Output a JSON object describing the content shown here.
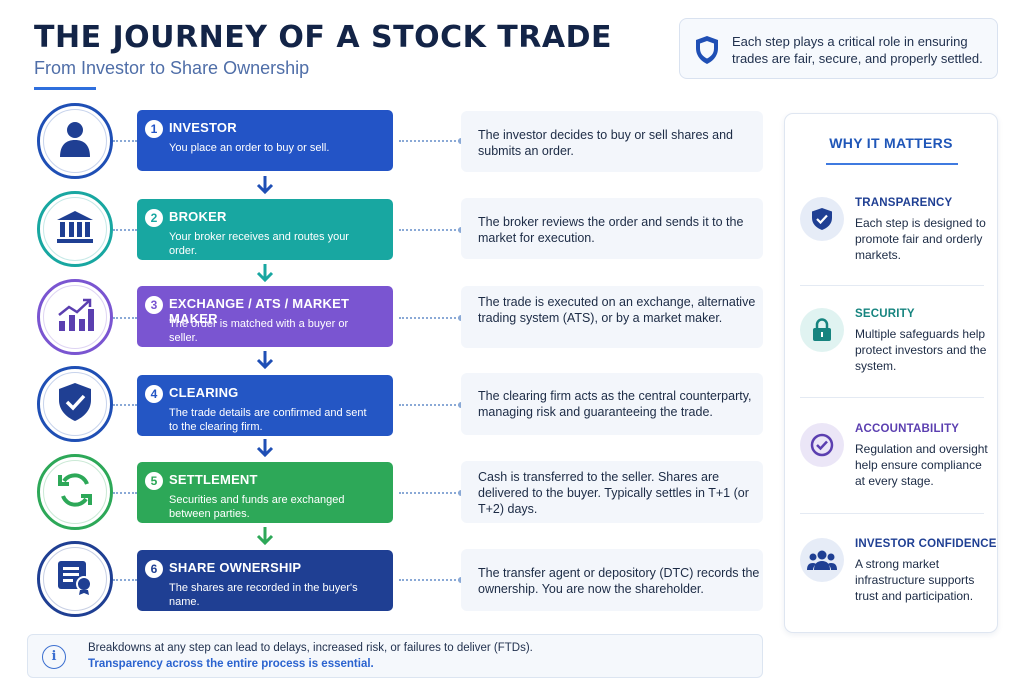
{
  "header": {
    "title": "THE JOURNEY OF A STOCK TRADE",
    "subtitle": "From Investor to Share Ownership"
  },
  "note": {
    "text": "Each step plays a critical role in ensuring trades are fair, secure, and properly settled.",
    "icon": "shield-icon"
  },
  "steps": [
    {
      "number": "1",
      "title": "INVESTOR",
      "description": "You place an order to buy or sell.",
      "explanation": "The investor decides to buy or sell shares and submits an order.",
      "icon": "person-icon",
      "color": "#2354c6"
    },
    {
      "number": "2",
      "title": "BROKER",
      "description": "Your broker receives and routes your order.",
      "explanation": "The broker reviews the order and sends it to the market for execution.",
      "icon": "bank-icon",
      "color": "#18a7a1"
    },
    {
      "number": "3",
      "title": "EXCHANGE / ATS / MARKET MAKER",
      "description": "The order is matched with a buyer or seller.",
      "explanation": "The trade is executed on an exchange, alternative trading system (ATS), or by a market maker.",
      "icon": "chart-icon",
      "color": "#7a55d1"
    },
    {
      "number": "4",
      "title": "CLEARING",
      "description": "The trade details are confirmed and sent to the clearing firm.",
      "explanation": "The clearing firm acts as the central counterparty, managing risk and guaranteeing the trade.",
      "icon": "shield-check-icon",
      "color": "#2456c4"
    },
    {
      "number": "5",
      "title": "SETTLEMENT",
      "description": "Securities and funds are exchanged between parties.",
      "explanation": "Cash is transferred to the seller. Shares are delivered to the buyer. Typically settles in T+1 (or T+2) days.",
      "icon": "refresh-icon",
      "color": "#2da858"
    },
    {
      "number": "6",
      "title": "SHARE OWNERSHIP",
      "description": "The shares are recorded in the buyer's name.",
      "explanation": "The transfer agent or depository (DTC) records the ownership. You are now the shareholder.",
      "icon": "certificate-icon",
      "color": "#1f3f93"
    }
  ],
  "why": {
    "title": "WHY IT MATTERS",
    "items": [
      {
        "title": "TRANSPARENCY",
        "description": "Each step is designed to promote fair and orderly markets.",
        "icon": "shield-check-icon",
        "color": "#1f3f93"
      },
      {
        "title": "SECURITY",
        "description": "Multiple safeguards help protect investors and the system.",
        "icon": "lock-icon",
        "color": "#16847f"
      },
      {
        "title": "ACCOUNTABILITY",
        "description": "Regulation and oversight help ensure compliance at every stage.",
        "icon": "check-circle-icon",
        "color": "#5b3fb0"
      },
      {
        "title": "INVESTOR CONFIDENCE",
        "description": "A strong market infrastructure supports trust and participation.",
        "icon": "people-icon",
        "color": "#1f3f93"
      }
    ]
  },
  "footer": {
    "line1": "Breakdowns at any step can lead to delays, increased risk, or failures to deliver (FTDs).",
    "line2": "Transparency across the entire process is essential.",
    "icon": "info-icon"
  }
}
